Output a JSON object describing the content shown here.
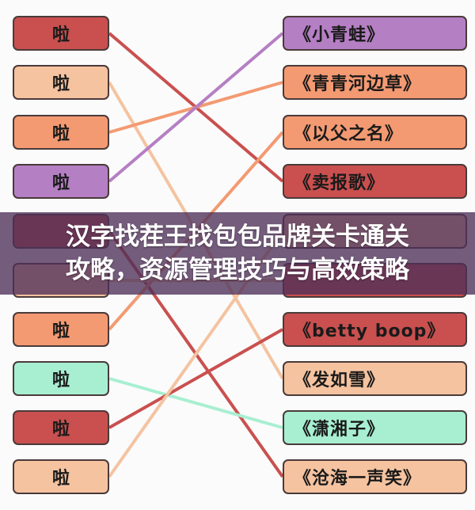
{
  "colors": {
    "red": "#c9504f",
    "peach": "#f5c3a0",
    "orange": "#f39a72",
    "purple": "#b57fc4",
    "mint": "#a8efd2"
  },
  "left_items": [
    {
      "label": "啦",
      "color": "#c9504f"
    },
    {
      "label": "啦",
      "color": "#f5c3a0"
    },
    {
      "label": "啦",
      "color": "#f39a72"
    },
    {
      "label": "啦",
      "color": "#b57fc4"
    },
    {
      "label": "",
      "color": "#c9504f"
    },
    {
      "label": "",
      "color": "#f5c3a0"
    },
    {
      "label": "啦",
      "color": "#f39a72"
    },
    {
      "label": "啦",
      "color": "#a8efd2"
    },
    {
      "label": "啦",
      "color": "#c9504f"
    },
    {
      "label": "啦",
      "color": "#f5c3a0"
    }
  ],
  "right_items": [
    {
      "label": "《小青蛙》",
      "color": "#b57fc4"
    },
    {
      "label": "《青青河边草》",
      "color": "#f39a72"
    },
    {
      "label": "《以父之名》",
      "color": "#f39a72"
    },
    {
      "label": "《卖报歌》",
      "color": "#c9504f"
    },
    {
      "label": "",
      "color": "#f5c3a0"
    },
    {
      "label": "",
      "color": "#c9504f"
    },
    {
      "label": "《betty boop》",
      "color": "#c9504f"
    },
    {
      "label": "《发如雪》",
      "color": "#f5c3a0"
    },
    {
      "label": "《潇湘子》",
      "color": "#a8efd2"
    },
    {
      "label": "《沧海一声笑》",
      "color": "#f5c3a0"
    }
  ],
  "connections": [
    [
      0,
      3
    ],
    [
      1,
      7
    ],
    [
      2,
      1
    ],
    [
      3,
      0
    ],
    [
      4,
      9
    ],
    [
      5,
      5
    ],
    [
      6,
      2
    ],
    [
      7,
      8
    ],
    [
      8,
      6
    ],
    [
      9,
      4
    ]
  ],
  "overlay": {
    "line1": "汉字找茬王找包包品牌关卡通关",
    "line2": "攻略，资源管理技巧与高效策略"
  }
}
